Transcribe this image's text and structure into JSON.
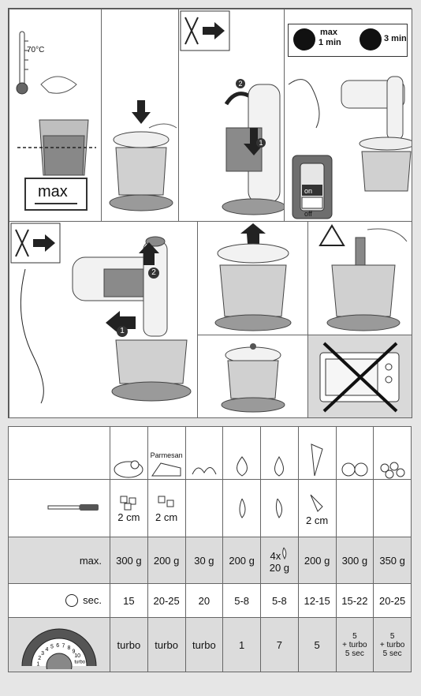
{
  "panels": {
    "temperature": "70°C",
    "bowl_mark": "max",
    "speed_label_max": "max",
    "speed_time_max": "1 min",
    "speed_time_pause": "3 min",
    "switch_on": "on",
    "switch_off": "off",
    "step1": "1",
    "step2": "2"
  },
  "table": {
    "headers": [
      "",
      "Parmesan",
      "",
      "",
      "",
      "",
      "",
      ""
    ],
    "cut_values": [
      "2 cm",
      "2 cm",
      "",
      "",
      "",
      "2 cm",
      "",
      ""
    ],
    "max_label": "max.",
    "max_values": [
      "300 g",
      "200 g",
      "30 g",
      "200 g",
      "4x",
      "200 g",
      "300 g",
      "350 g"
    ],
    "max_extra_garlic": "20 g",
    "sec_label": "sec.",
    "sec_values": [
      "15",
      "20-25",
      "20",
      "5-8",
      "5-8",
      "12-15",
      "15-22",
      "20-25"
    ],
    "speed_values": [
      "turbo",
      "turbo",
      "turbo",
      "1",
      "7",
      "5"
    ],
    "speed_combo": [
      "5",
      "+ turbo",
      "5 sec"
    ],
    "dial_numbers": [
      "1",
      "2",
      "3",
      "4",
      "5",
      "6",
      "7",
      "8",
      "9",
      "10"
    ],
    "dial_turbo": "turbo"
  }
}
